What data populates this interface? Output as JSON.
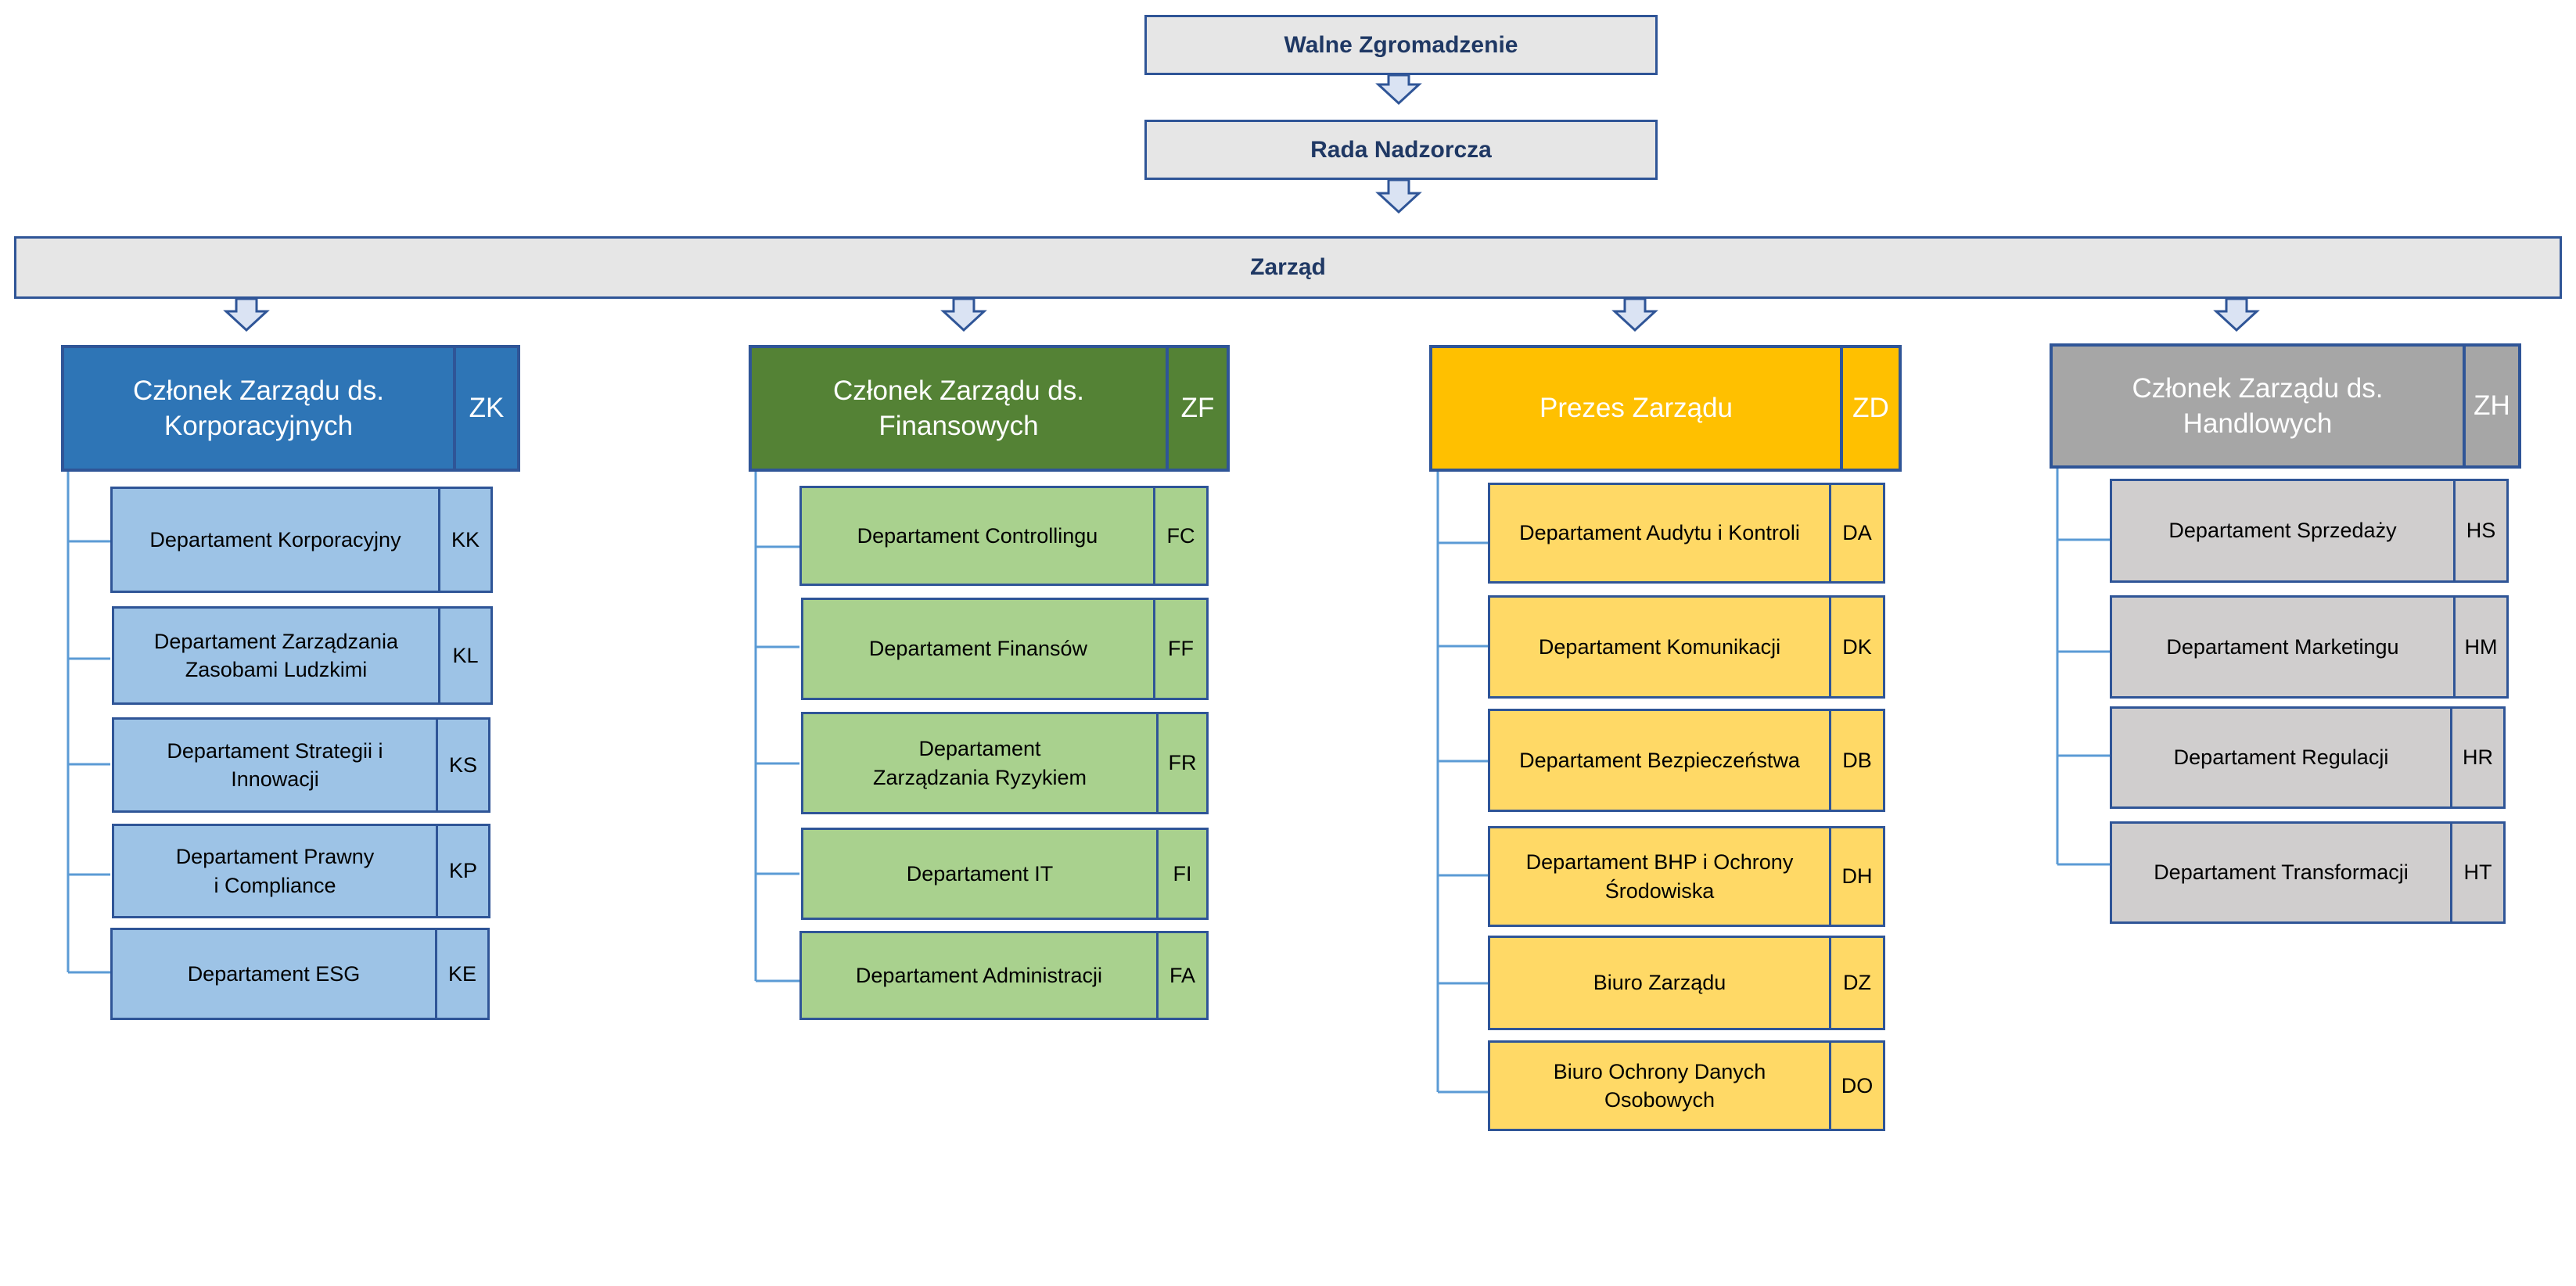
{
  "top": {
    "general_assembly": "Walne Zgromadzenie",
    "supervisory_board": "Rada Nadzorcza",
    "board": "Zarząd"
  },
  "colors": {
    "corporate_head": "#2e75b6",
    "corporate_dept": "#9dc3e6",
    "finance_head": "#548235",
    "finance_dept": "#a9d18e",
    "president_head": "#ffc000",
    "president_dept": "#ffd966",
    "sales_head": "#a6a6a6",
    "sales_dept": "#d0cece",
    "border": "#2f5597",
    "connector": "#5b9bd5"
  },
  "columns": [
    {
      "id": "corporate",
      "head_label": "Członek Zarządu ds. Korporacyjnych",
      "head_code": "ZK",
      "departments": [
        {
          "label": "Departament Korporacyjny",
          "code": "KK"
        },
        {
          "label": "Departament Zarządzania Zasobami Ludzkimi",
          "code": "KL"
        },
        {
          "label": "Departament Strategii i Innowacji",
          "code": "KS"
        },
        {
          "label": "Departament Prawny i Compliance",
          "code": "KP"
        },
        {
          "label": "Departament ESG",
          "code": "KE"
        }
      ]
    },
    {
      "id": "finance",
      "head_label": "Członek Zarządu ds. Finansowych",
      "head_code": "ZF",
      "departments": [
        {
          "label": "Departament Controllingu",
          "code": "FC"
        },
        {
          "label": "Departament Finansów",
          "code": "FF"
        },
        {
          "label": "Departament Zarządzania Ryzykiem",
          "code": "FR"
        },
        {
          "label": "Departament IT",
          "code": "FI"
        },
        {
          "label": "Departament Administracji",
          "code": "FA"
        }
      ]
    },
    {
      "id": "president",
      "head_label": "Prezes Zarządu",
      "head_code": "ZD",
      "departments": [
        {
          "label": "Departament Audytu i Kontroli",
          "code": "DA"
        },
        {
          "label": "Departament Komunikacji",
          "code": "DK"
        },
        {
          "label": "Departament Bezpieczeństwa",
          "code": "DB"
        },
        {
          "label": "Departament BHP i Ochrony Środowiska",
          "code": "DH"
        },
        {
          "label": "Biuro Zarządu",
          "code": "DZ"
        },
        {
          "label": "Biuro Ochrony Danych Osobowych",
          "code": "DO"
        }
      ]
    },
    {
      "id": "sales",
      "head_label": "Członek Zarządu ds. Handlowych",
      "head_code": "ZH",
      "departments": [
        {
          "label": "Departament Sprzedaży",
          "code": "HS"
        },
        {
          "label": "Departament Marketingu",
          "code": "HM"
        },
        {
          "label": "Departament Regulacji",
          "code": "HR"
        },
        {
          "label": "Departament Transformacji",
          "code": "HT"
        }
      ]
    }
  ]
}
